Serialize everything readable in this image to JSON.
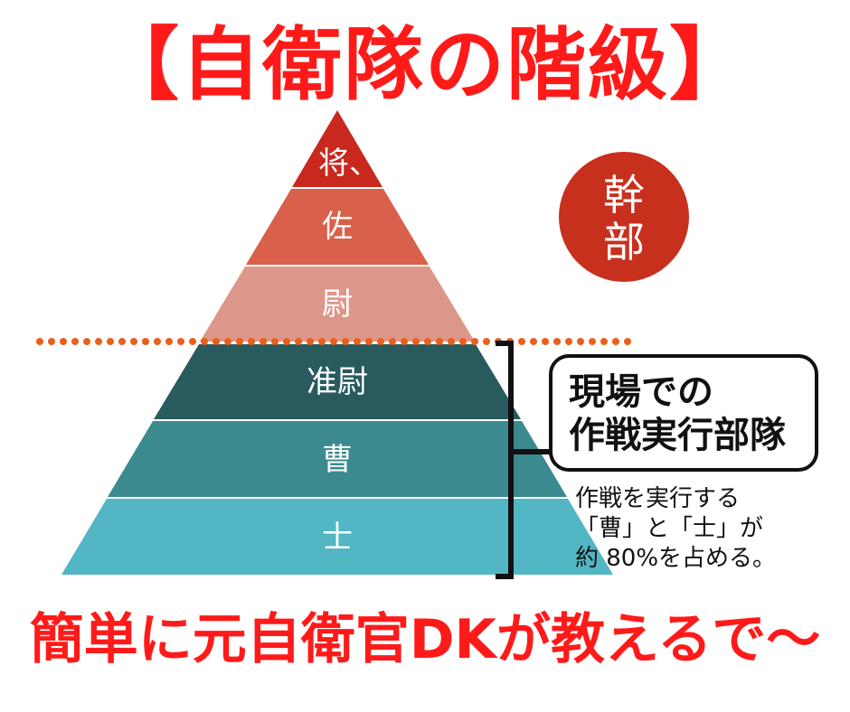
{
  "title": "【自衛隊の階級】",
  "pyramid": {
    "levels": [
      {
        "label": "将、将補",
        "color": "#c8281e"
      },
      {
        "label": "佐",
        "color": "#d9604a"
      },
      {
        "label": "尉",
        "color": "#dd978a"
      },
      {
        "label": "准尉",
        "color": "#285a5e"
      },
      {
        "label": "曹",
        "color": "#3b8a90"
      },
      {
        "label": "士",
        "color": "#52b6c4"
      }
    ],
    "divider_color": "#e8601c"
  },
  "officer_badge": {
    "line1": "幹",
    "line2": "部",
    "color": "#c8301e"
  },
  "callout": {
    "line1": "現場での",
    "line2": "作戦実行部隊"
  },
  "note": {
    "line1": "作戦を実行する",
    "line2": "「曹」と「士」が",
    "line3": "約 80%を占める。"
  },
  "footer": "簡単に元自衛官DKが教えるで～"
}
